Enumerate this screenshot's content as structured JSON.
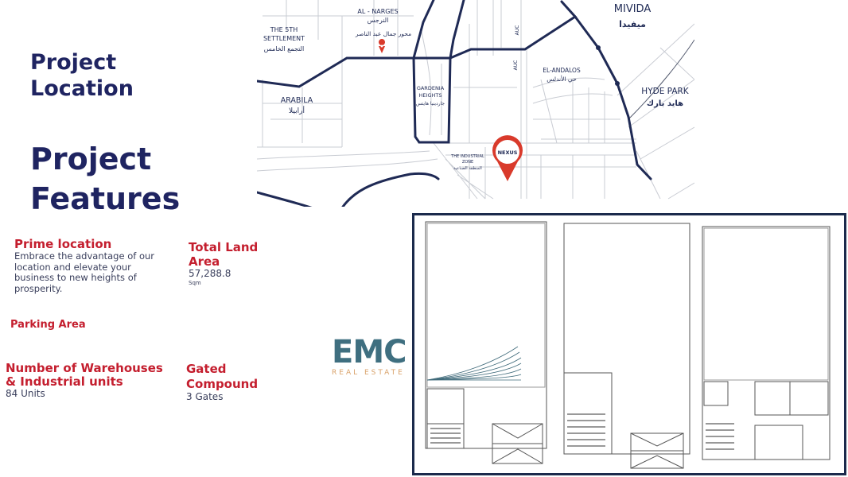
{
  "headings": {
    "location": "Project\nLocation",
    "features": "Project\nFeatures"
  },
  "features": {
    "prime_location": {
      "title": "Prime location",
      "description": "Embrace the advantage of our location and elevate your business to new heights of prosperity."
    },
    "total_land_area": {
      "title": "Total Land Area",
      "value": "57,288.8",
      "unit": "Sqm"
    },
    "parking_area": {
      "title": "Parking Area"
    },
    "warehouses": {
      "title": "Number of Warehouses & Industrial units",
      "value": "84 Units"
    },
    "gated_compound": {
      "title": "Gated Compound",
      "value": "3 Gates"
    }
  },
  "logo": {
    "name": "EMC",
    "tagline": "REAL ESTATE"
  },
  "map": {
    "labels": {
      "fifth_settlement": "THE 5TH",
      "fifth_settlement_2": "SETTLEMENT",
      "fifth_settlement_ar": "التجمع الخامس",
      "al_narges": "AL - NARGES",
      "al_narges_ar": "النرجس",
      "gamal_axis_ar": "محور جمال عبد الناصر",
      "auc_1": "AUC",
      "auc_2": "AUC",
      "mivida": "MIVIDA",
      "mivida_ar": "ميفيدا",
      "el_andalos": "EL-ANDALOS",
      "el_andalos_ar": "حي الأندلس",
      "hyde_park": "HYDE PARK",
      "hyde_park_ar": "هايد بارك",
      "arabila": "ARABILA",
      "arabila_ar": "أرابيلا",
      "gardenia_1": "GARDENIA",
      "gardenia_2": "HEIGHTS",
      "gardenia_ar": "جاردينيا هايتس",
      "industrial_1": "THE INDUSTRIAL",
      "industrial_2": "ZONE",
      "industrial_ar": "المنطقة الصناعية",
      "nexus": "NEXUS"
    },
    "colors": {
      "road": "#1f2a55",
      "pin": "#d93a2b",
      "street": "#c9ccd3"
    }
  },
  "colors": {
    "heading": "#1f2461",
    "accent_red": "#c41e2e",
    "logo_teal": "#3f6f80",
    "logo_orange": "#d9a26a",
    "frame": "#1b2a4c"
  }
}
